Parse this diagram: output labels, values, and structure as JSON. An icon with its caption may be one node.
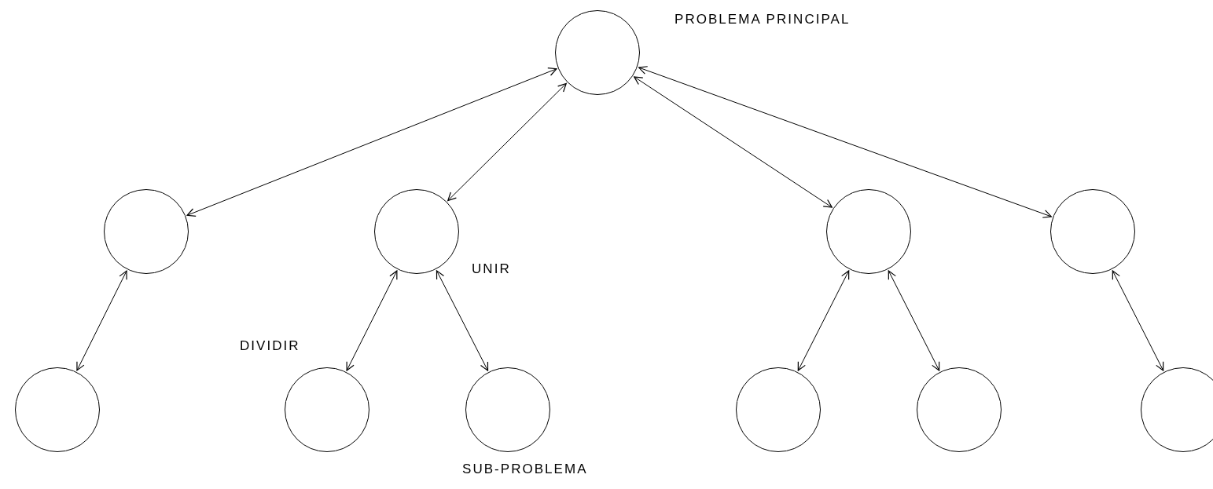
{
  "diagram": {
    "nodes": [
      {
        "text": [],
        "shape": "circle",
        "beside": [
          "PROBLEMA PRINCIPAL"
        ]
      },
      {
        "text": [],
        "shape": "circle"
      },
      {
        "text": [],
        "shape": "circle"
      },
      {
        "text": [],
        "shape": "circle"
      },
      {
        "text": [],
        "shape": "circle"
      },
      {
        "text": [],
        "shape": "circle"
      },
      {
        "text": [],
        "shape": "circle"
      },
      {
        "text": [],
        "shape": "circle"
      },
      {
        "text": [],
        "shape": "circle"
      },
      {
        "text": [],
        "shape": "circle"
      },
      {
        "text": [],
        "shape": "circle"
      }
    ],
    "edges": [
      {
        "from": 0,
        "to": 1,
        "arrow": "both"
      },
      {
        "from": 0,
        "to": 2,
        "arrow": "both"
      },
      {
        "from": 0,
        "to": 3,
        "arrow": "both"
      },
      {
        "from": 0,
        "to": 4,
        "arrow": "both"
      },
      {
        "from": 1,
        "to": 5,
        "arrow": "both"
      },
      {
        "from": 2,
        "to": 6,
        "arrow": "both"
      },
      {
        "from": 2,
        "to": 7,
        "arrow": "both"
      },
      {
        "from": 3,
        "to": 8,
        "arrow": "both"
      },
      {
        "from": 3,
        "to": 9,
        "arrow": "both"
      },
      {
        "from": 4,
        "to": 10,
        "arrow": "both"
      }
    ],
    "labels": [
      "UNIR",
      "DIVIDIR",
      "SUB-PROBLEMA"
    ]
  }
}
